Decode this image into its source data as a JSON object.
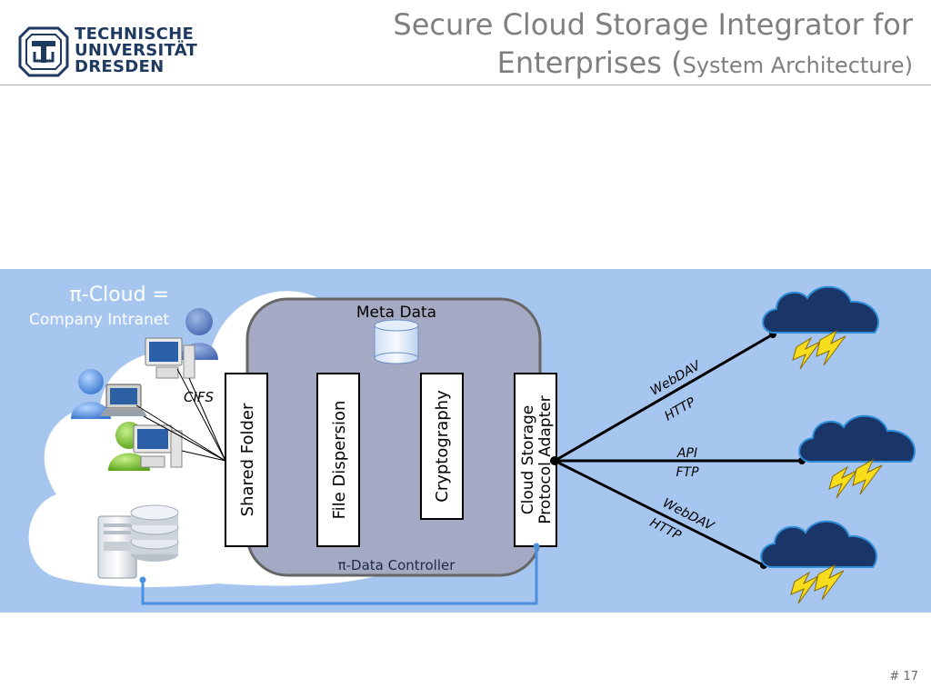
{
  "header": {
    "logo_lines": [
      "TECHNISCHE",
      "UNIVERSITÄT",
      "DRESDEN"
    ],
    "title_line1": "Secure Cloud Storage Integrator for",
    "title_line2_main": "Enterprises (",
    "title_line2_sub": "System Architecture)"
  },
  "diagram": {
    "intranet_title": "π-Cloud =",
    "intranet_subtitle": "Company Intranet",
    "cifs_label": "CIFS",
    "meta_data_label": "Meta Data",
    "controller_label": "π-Data Controller",
    "modules": [
      "Shared Folder",
      "File Dispersion",
      "Cryptography",
      "Cloud Storage",
      "Protocol Adapter"
    ],
    "protocols": {
      "top": [
        "WebDAV",
        "HTTP"
      ],
      "middle": [
        "API",
        "FTP"
      ],
      "bottom": [
        "WebDAV",
        "HTTP"
      ]
    },
    "colors": {
      "band": "#a6c6ef",
      "controller_fill": "#a5aac4",
      "controller_stroke": "#666666",
      "cloud_dark": "#1a3668",
      "cloud_light": "#2f8fd8",
      "lightning": "#f7dd1c",
      "connector": "#4a8fe0"
    }
  },
  "footer": {
    "page": "# 17"
  }
}
